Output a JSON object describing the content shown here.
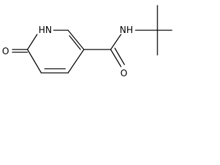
{
  "molecule": {
    "atoms": {
      "ring_nh": "HN",
      "carbonyl_o_ring": "O",
      "amide_nh": "NH",
      "amide_o": "O"
    }
  }
}
